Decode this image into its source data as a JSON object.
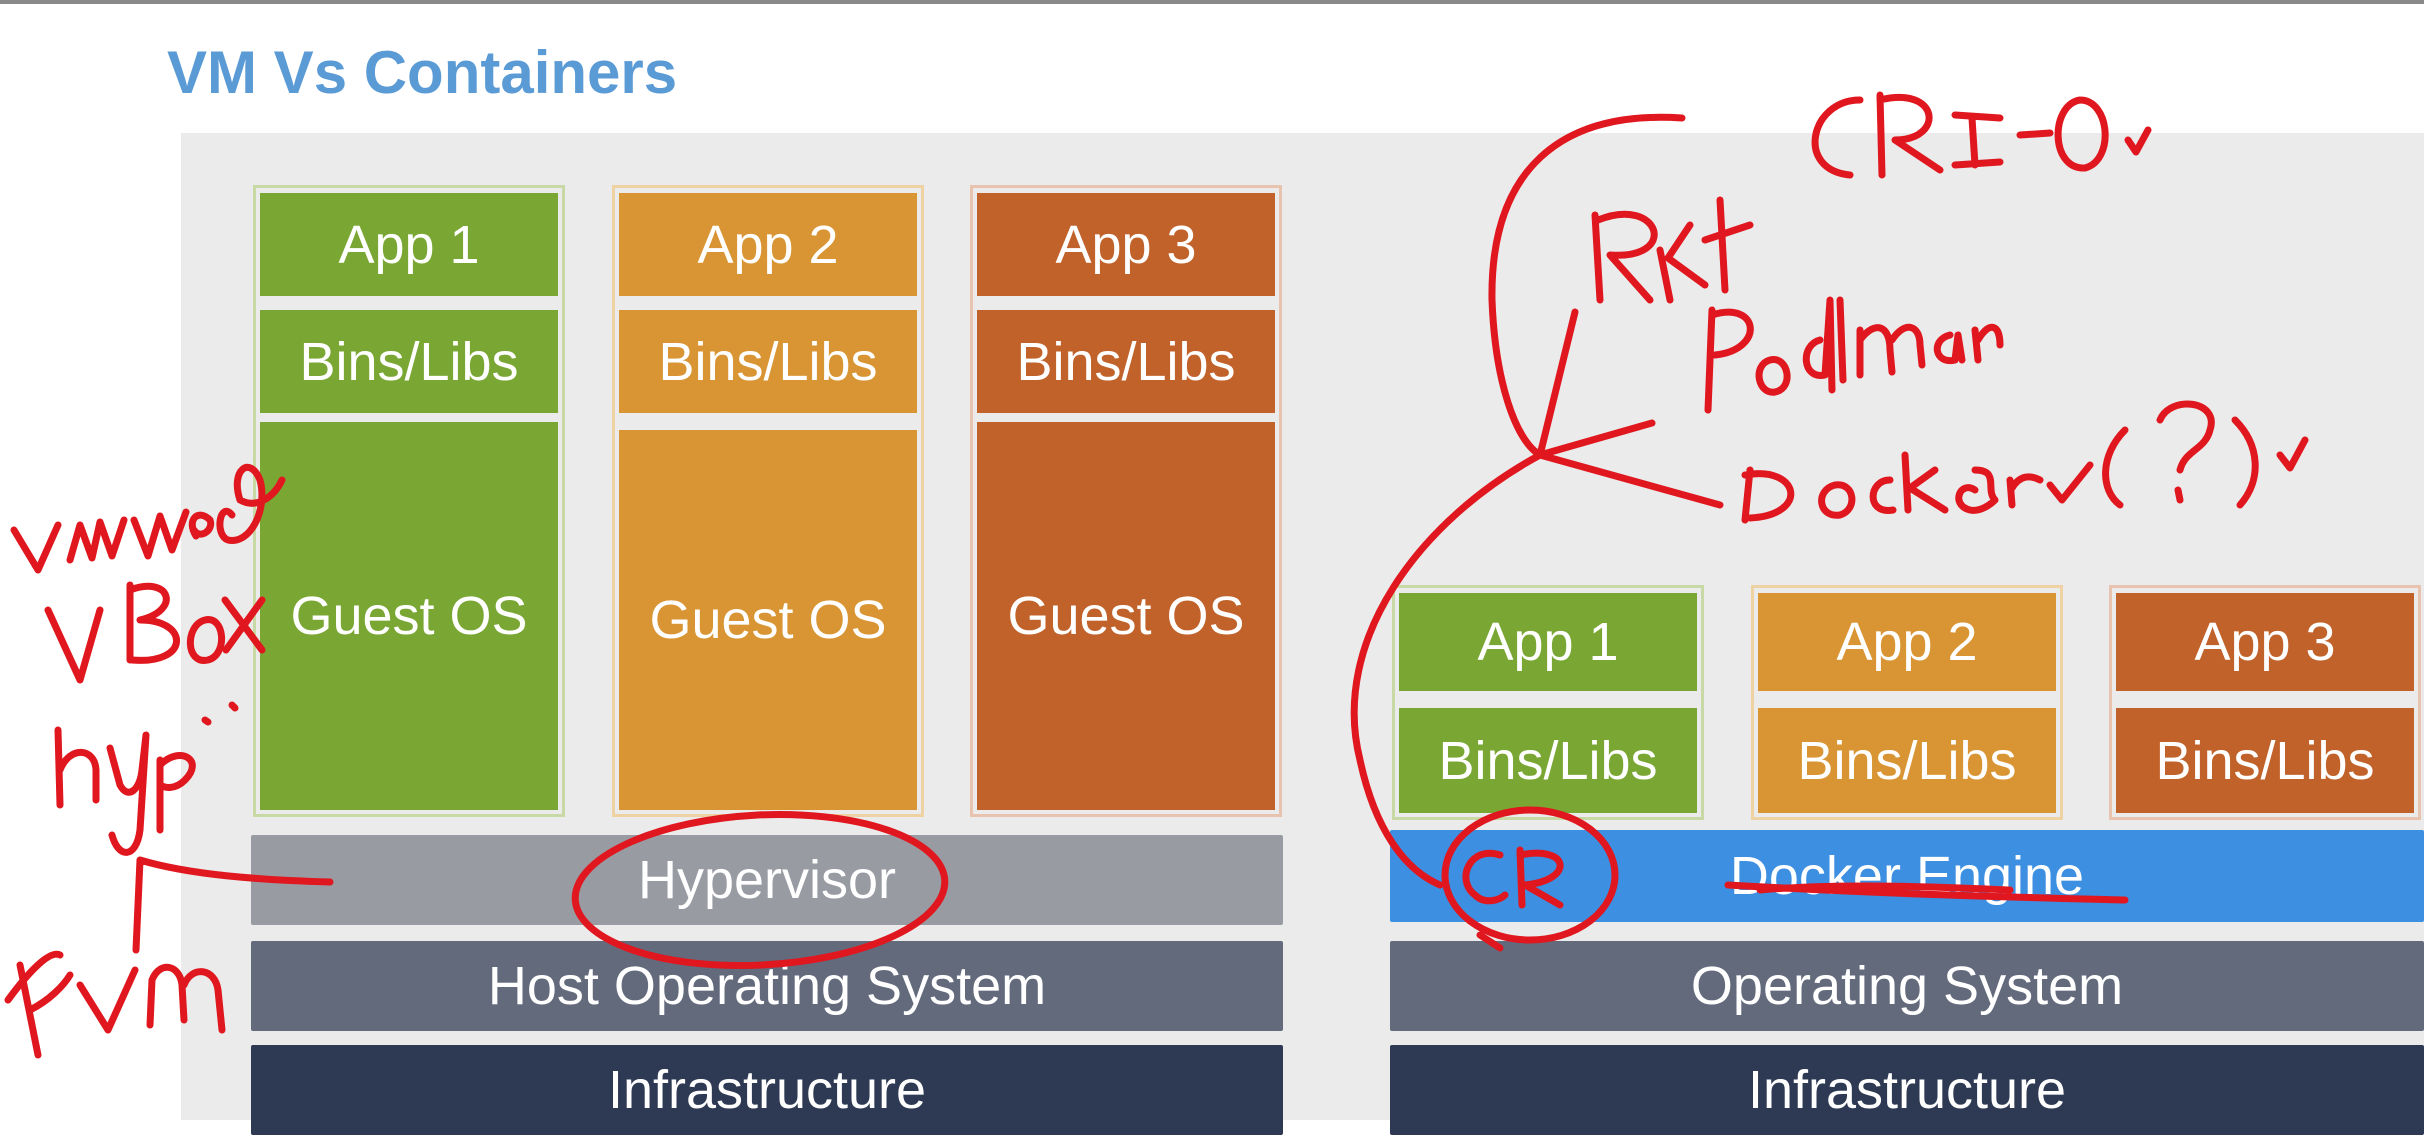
{
  "title": "VM Vs Containers",
  "vm": {
    "apps": [
      {
        "app": "App 1",
        "libs": "Bins/Libs",
        "os": "Guest OS",
        "color": "#7aa734"
      },
      {
        "app": "App 2",
        "libs": "Bins/Libs",
        "os": "Guest OS",
        "color": "#d99533"
      },
      {
        "app": "App 3",
        "libs": "Bins/Libs",
        "os": "Guest OS",
        "color": "#c0622a"
      }
    ],
    "hypervisor": "Hypervisor",
    "host_os": "Host Operating System",
    "infrastructure": "Infrastructure"
  },
  "containers": {
    "apps": [
      {
        "app": "App 1",
        "libs": "Bins/Libs",
        "color": "#7aa734"
      },
      {
        "app": "App 2",
        "libs": "Bins/Libs",
        "color": "#d99533"
      },
      {
        "app": "App 3",
        "libs": "Bins/Libs",
        "color": "#c0622a"
      }
    ],
    "engine": "Docker Engine",
    "os": "Operating System",
    "infrastructure": "Infrastructure"
  },
  "handwriting": {
    "left_notes": [
      "vmware",
      "vBox",
      "hyp..",
      "kvm"
    ],
    "right_notes": [
      "Rkt",
      "CRI-O",
      "Podman",
      "Docker",
      "(?)"
    ],
    "circled": "CR",
    "ink_color": "#e0171e"
  }
}
